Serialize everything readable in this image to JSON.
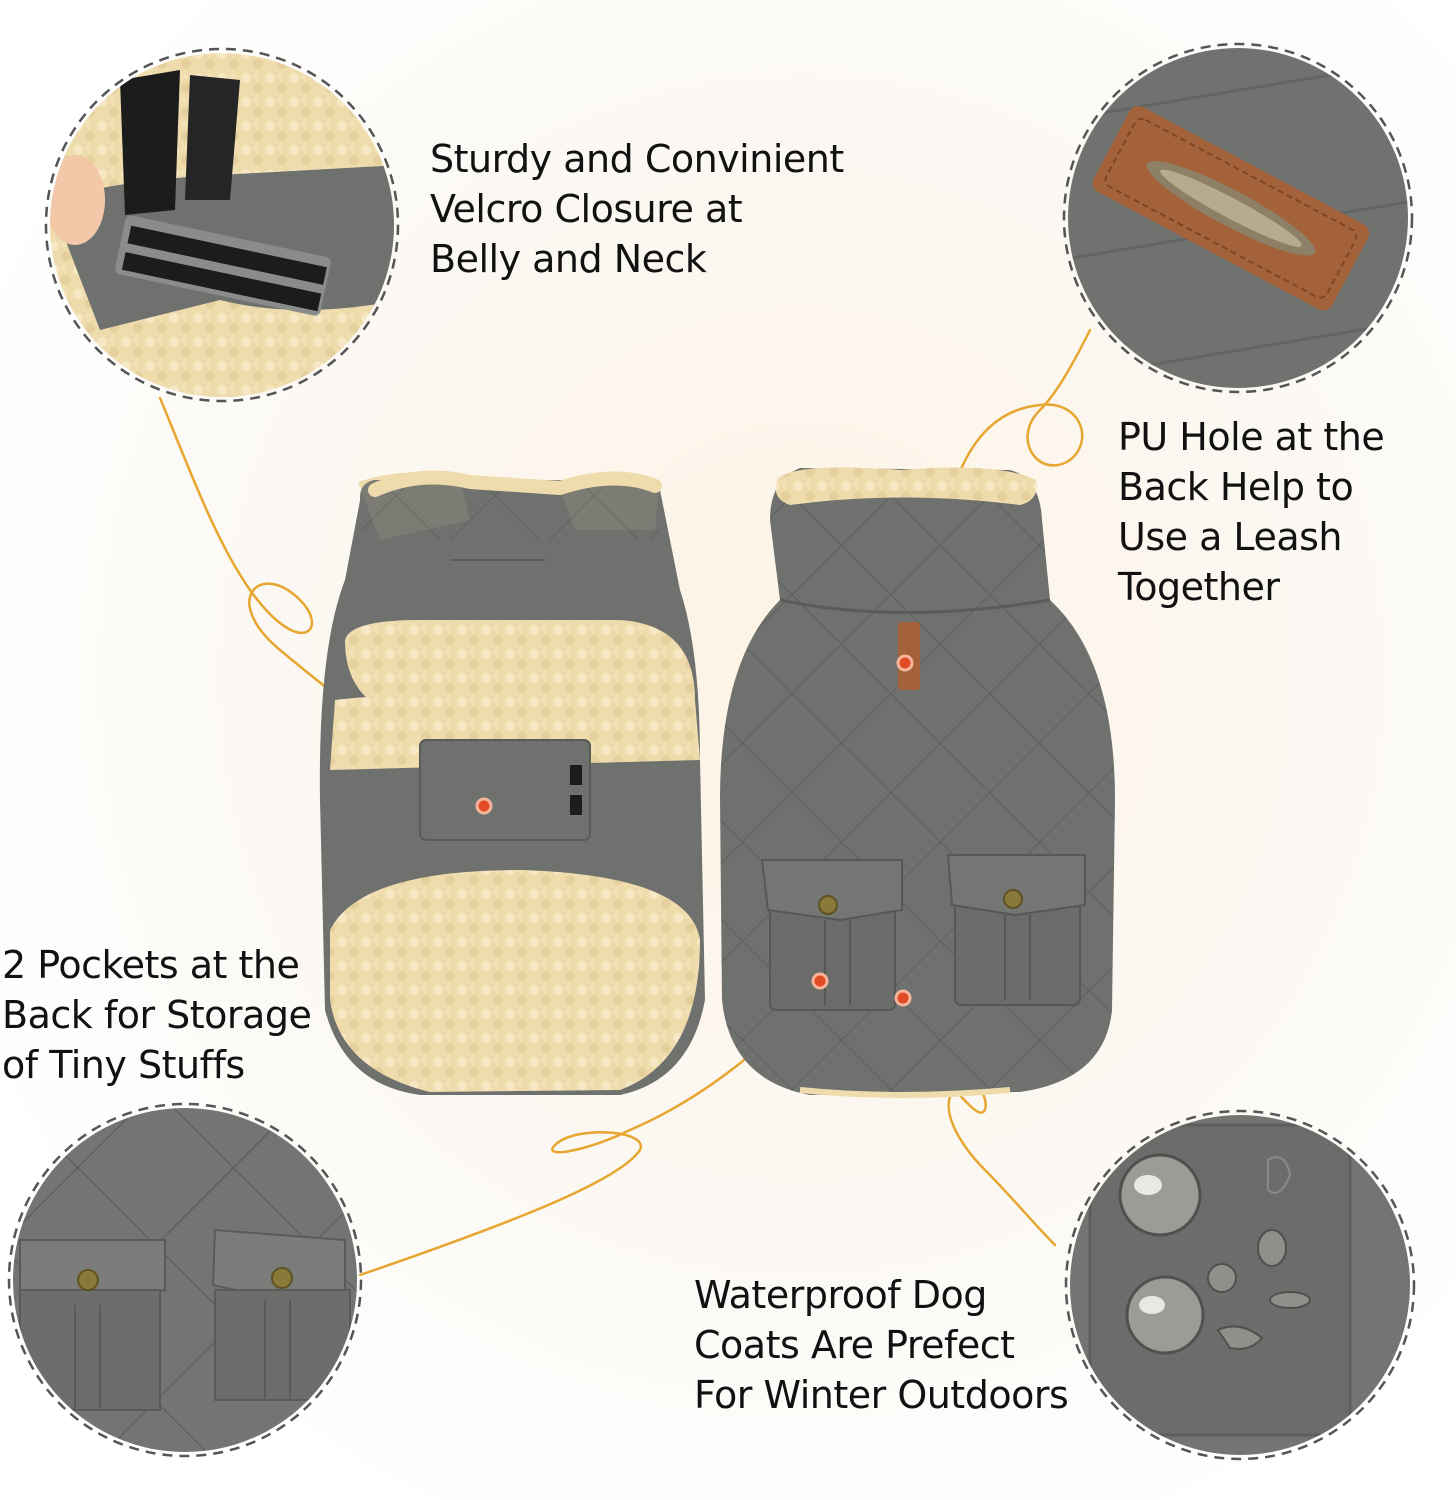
{
  "colors": {
    "background": "#fbf8f3",
    "coat_gray": "#6f716e",
    "fleece": "#efdcad",
    "leather": "#a3623a",
    "leader_line": "#e6a630",
    "marker": "#e04a24",
    "velcro": "#1c1c1c"
  },
  "callouts": {
    "velcro": [
      "Sturdy and Convinient",
      "Velcro Closure at",
      "Belly and Neck"
    ],
    "pu_hole": [
      "PU Hole at the",
      "Back Help to",
      "Use a Leash",
      "Together"
    ],
    "pockets": [
      "2 Pockets at the",
      "Back for Storage",
      "of Tiny Stuffs"
    ],
    "waterproof": [
      "Waterproof Dog",
      "Coats Are Prefect",
      "For Winter Outdoors"
    ]
  }
}
